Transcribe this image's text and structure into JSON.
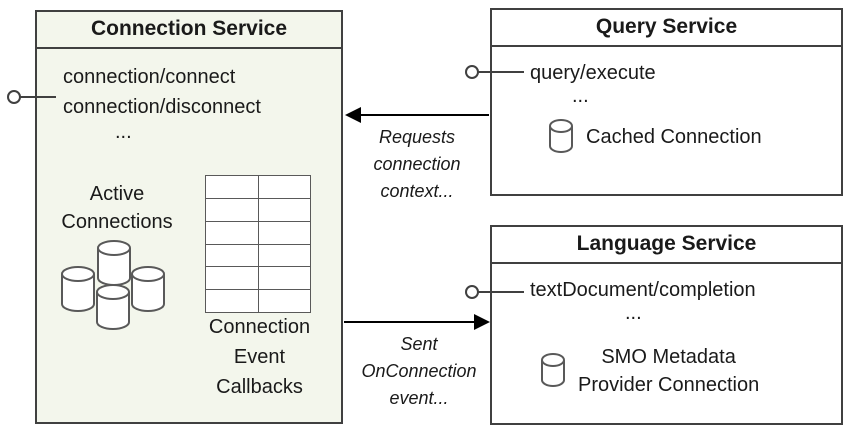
{
  "colors": {
    "connection_box_fill": "#f3f6ec",
    "box_border": "#404040",
    "cylinder_stroke": "#595959",
    "arrow": "#000000"
  },
  "connection_service": {
    "title": "Connection Service",
    "endpoint_1": "connection/connect",
    "endpoint_2": "connection/disconnect",
    "ellipsis": "...",
    "active_connections_label": "Active\nConnections",
    "callbacks_label": "Connection\nEvent\nCallbacks"
  },
  "query_service": {
    "title": "Query Service",
    "endpoint": "query/execute",
    "ellipsis": "...",
    "connection_label": "Cached Connection"
  },
  "language_service": {
    "title": "Language Service",
    "endpoint": "textDocument/completion",
    "ellipsis": "...",
    "connection_label": "SMO Metadata\nProvider Connection"
  },
  "arrows": {
    "requests_label": "Requests\nconnection\ncontext...",
    "sent_label": "Sent\nOnConnection\nevent..."
  }
}
